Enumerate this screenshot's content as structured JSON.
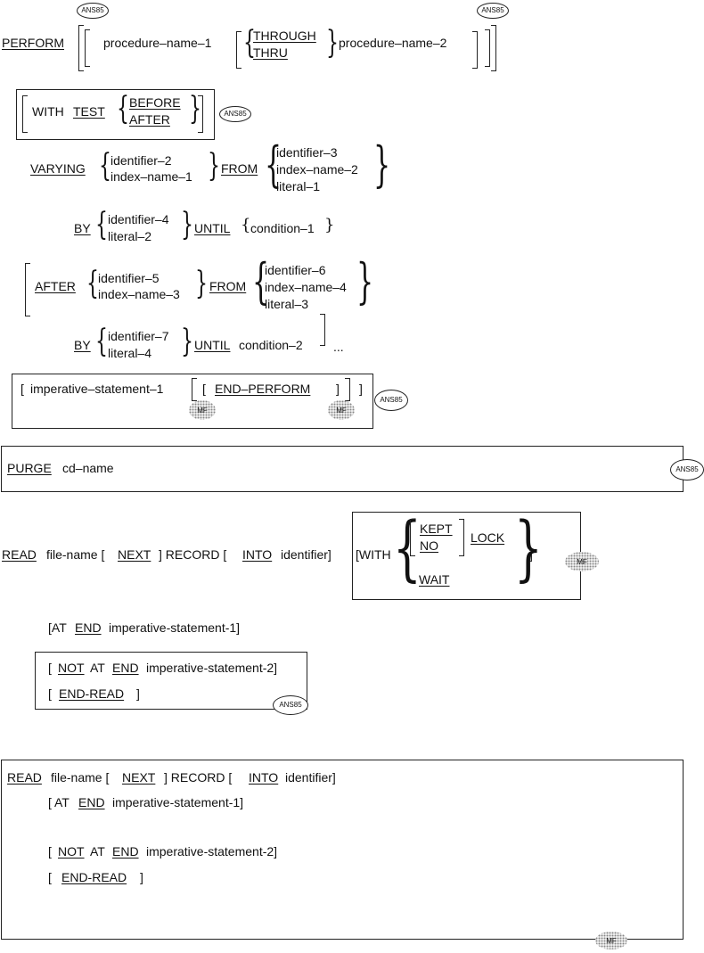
{
  "perform": {
    "perform": "PERFORM",
    "procedure_name_1": "procedure–name–1",
    "through": "THROUGH",
    "thru": "THRU",
    "procedure_name_2": "procedure–name–2",
    "with": "WITH",
    "test": "TEST",
    "before": "BEFORE",
    "after": "AFTER",
    "varying": "VARYING",
    "identifier_2": "identifier–2",
    "index_name_1": "index–name–1",
    "from": "FROM",
    "identifier_3": "identifier–3",
    "index_name_2": "index–name–2",
    "literal_1": "literal–1",
    "by": "BY",
    "identifier_4": "identifier–4",
    "literal_2": "literal–2",
    "until": "UNTIL",
    "condition_1": "condition–1",
    "after2": "AFTER",
    "identifier_5": "identifier–5",
    "index_name_3": "index–name–3",
    "from2": "FROM",
    "identifier_6": "identifier–6",
    "index_name_4": "index–name–4",
    "literal_3": "literal–3",
    "by2": "BY",
    "identifier_7": "identifier–7",
    "literal_4": "literal–4",
    "until2": "UNTIL",
    "condition_2": "condition–2",
    "ellipsis": "...",
    "imperative_statement_1": "imperative–statement–1",
    "end_perform": "END–PERFORM"
  },
  "purge": {
    "purge": "PURGE",
    "cd_name": "cd–name"
  },
  "read1": {
    "read": "READ",
    "file_name": "file-name [",
    "next": "NEXT",
    "record": "] RECORD [",
    "into": "INTO",
    "identifier": "identifier]",
    "with": "[WITH",
    "kept": "KEPT",
    "no": "NO",
    "lock": "LOCK",
    "wait": "WAIT",
    "at": "[AT",
    "end": "END",
    "imperative_1": "imperative-statement-1]",
    "not": "NOT",
    "at2": "AT",
    "end2": "END",
    "imperative_2": "imperative-statement-2]",
    "end_read": "END-READ"
  },
  "read2": {
    "read": "READ",
    "file_name": "file-name [",
    "next": "NEXT",
    "record": "] RECORD [",
    "into": "INTO",
    "identifier": "identifier]",
    "at": "[ AT",
    "end": "END",
    "imperative_1": "imperative-statement-1]",
    "not": "NOT",
    "at2": "AT",
    "end2": "END",
    "imperative_2": "imperative-statement-2]",
    "end_read": "END-READ"
  },
  "badges": {
    "ans85": "ANS85",
    "mf": "MF"
  }
}
